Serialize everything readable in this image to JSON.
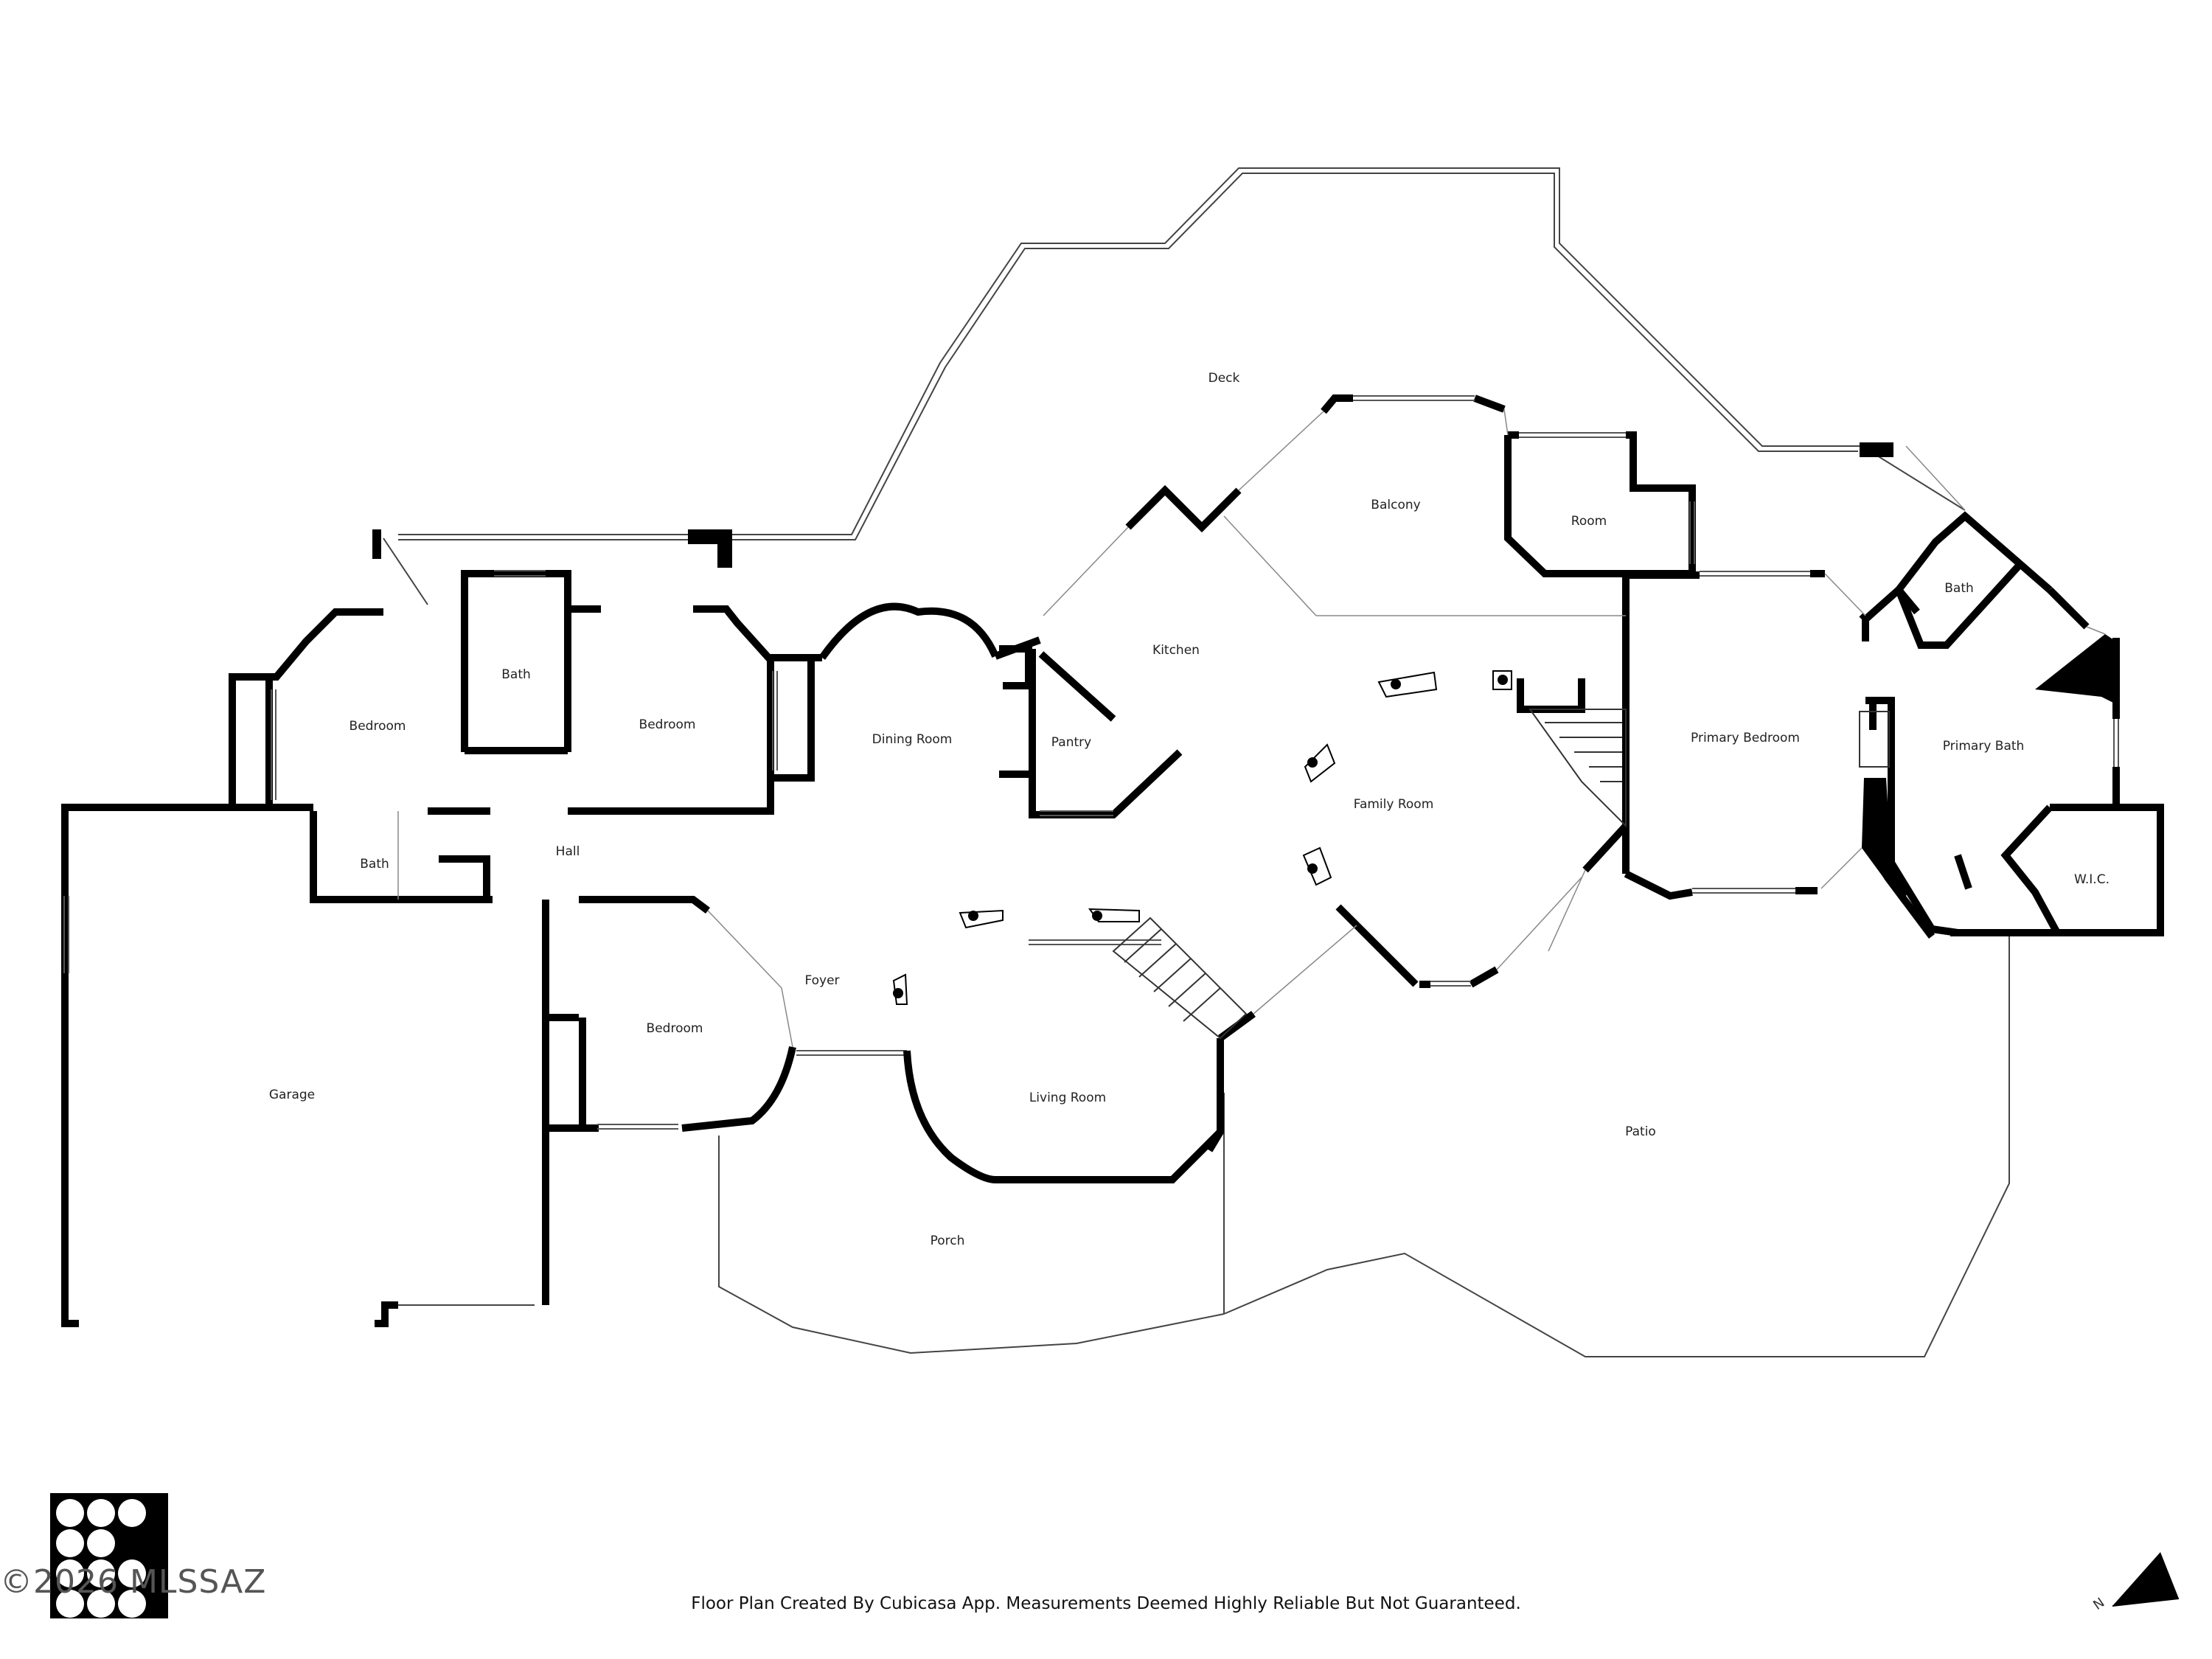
{
  "plan": {
    "rooms": [
      {
        "id": "deck",
        "label": "Deck"
      },
      {
        "id": "balcony",
        "label": "Balcony"
      },
      {
        "id": "room",
        "label": "Room"
      },
      {
        "id": "kitchen",
        "label": "Kitchen"
      },
      {
        "id": "pantry",
        "label": "Pantry"
      },
      {
        "id": "dining",
        "label": "Dining Room"
      },
      {
        "id": "family",
        "label": "Family Room"
      },
      {
        "id": "primary-bedroom",
        "label": "Primary Bedroom"
      },
      {
        "id": "primary-bath",
        "label": "Primary Bath"
      },
      {
        "id": "bath-upper-right",
        "label": "Bath"
      },
      {
        "id": "wic",
        "label": "W.I.C."
      },
      {
        "id": "bedroom-left",
        "label": "Bedroom"
      },
      {
        "id": "bath-top",
        "label": "Bath"
      },
      {
        "id": "bedroom-middle",
        "label": "Bedroom"
      },
      {
        "id": "bath-hall",
        "label": "Bath"
      },
      {
        "id": "hall",
        "label": "Hall"
      },
      {
        "id": "foyer",
        "label": "Foyer"
      },
      {
        "id": "bedroom-front",
        "label": "Bedroom"
      },
      {
        "id": "living",
        "label": "Living Room"
      },
      {
        "id": "garage",
        "label": "Garage"
      },
      {
        "id": "porch",
        "label": "Porch"
      },
      {
        "id": "patio",
        "label": "Patio"
      }
    ]
  },
  "footer": {
    "credit": "Floor Plan Created By Cubicasa App. Measurements Deemed Highly Reliable But Not Guaranteed.",
    "watermark": "©2026 MLSSAZ"
  },
  "compass": {
    "letter": "N"
  }
}
